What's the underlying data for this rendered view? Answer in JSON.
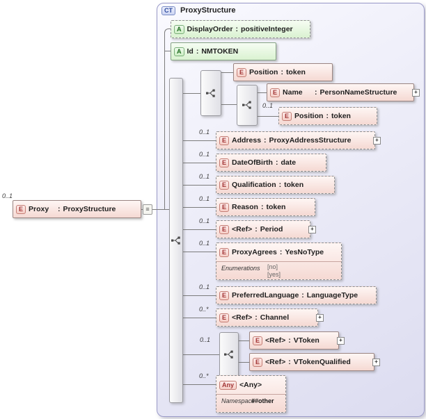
{
  "badges": {
    "element": "E",
    "attribute": "A",
    "complex_type": "CT",
    "any": "Any"
  },
  "labels": {
    "colon": ":",
    "plus": "+",
    "collapse_toggle": "≡"
  },
  "root_element": {
    "occurrence": "0..1",
    "name": "Proxy",
    "type": "ProxyStructure"
  },
  "complex_type": {
    "title": "ProxyStructure"
  },
  "attributes": {
    "display_order": {
      "name": "DisplayOrder",
      "type": "positiveInteger"
    },
    "id": {
      "name": "Id",
      "type": "NMTOKEN"
    }
  },
  "children": {
    "position_top": {
      "name": "Position",
      "type": "token"
    },
    "person_name": {
      "name": "Name",
      "type": "PersonNameStructure"
    },
    "position_inner": {
      "occurrence": "0..1",
      "name": "Position",
      "type": "token"
    },
    "address": {
      "occurrence": "0..1",
      "name": "Address",
      "type": "ProxyAddressStructure"
    },
    "date_of_birth": {
      "occurrence": "0..1",
      "name": "DateOfBirth",
      "type": "date"
    },
    "qualification": {
      "occurrence": "0..1",
      "name": "Qualification",
      "type": "token"
    },
    "reason": {
      "occurrence": "0..1",
      "name": "Reason",
      "type": "token"
    },
    "ref_period": {
      "occurrence": "0..1",
      "name": "<Ref>",
      "type": "Period"
    },
    "proxy_agrees": {
      "occurrence": "0..1",
      "name": "ProxyAgrees",
      "type": "YesNoType",
      "enumerations": {
        "label": "Enumerations",
        "values": [
          "[no]",
          "[yes]"
        ]
      }
    },
    "preferred_language": {
      "occurrence": "0..1",
      "name": "PreferredLanguage",
      "type": "LanguageType"
    },
    "ref_channel": {
      "occurrence": "0..*",
      "name": "<Ref>",
      "type": "Channel"
    },
    "vtoken_group": {
      "occurrence": "0..1"
    },
    "ref_vtoken": {
      "name": "<Ref>",
      "type": "VToken"
    },
    "ref_vtoken_qualified": {
      "name": "<Ref>",
      "type": "VTokenQualified"
    },
    "any": {
      "occurrence": "0..*",
      "name": "<Any>",
      "namespace": {
        "label": "Namespace",
        "value": "##other"
      }
    }
  }
}
